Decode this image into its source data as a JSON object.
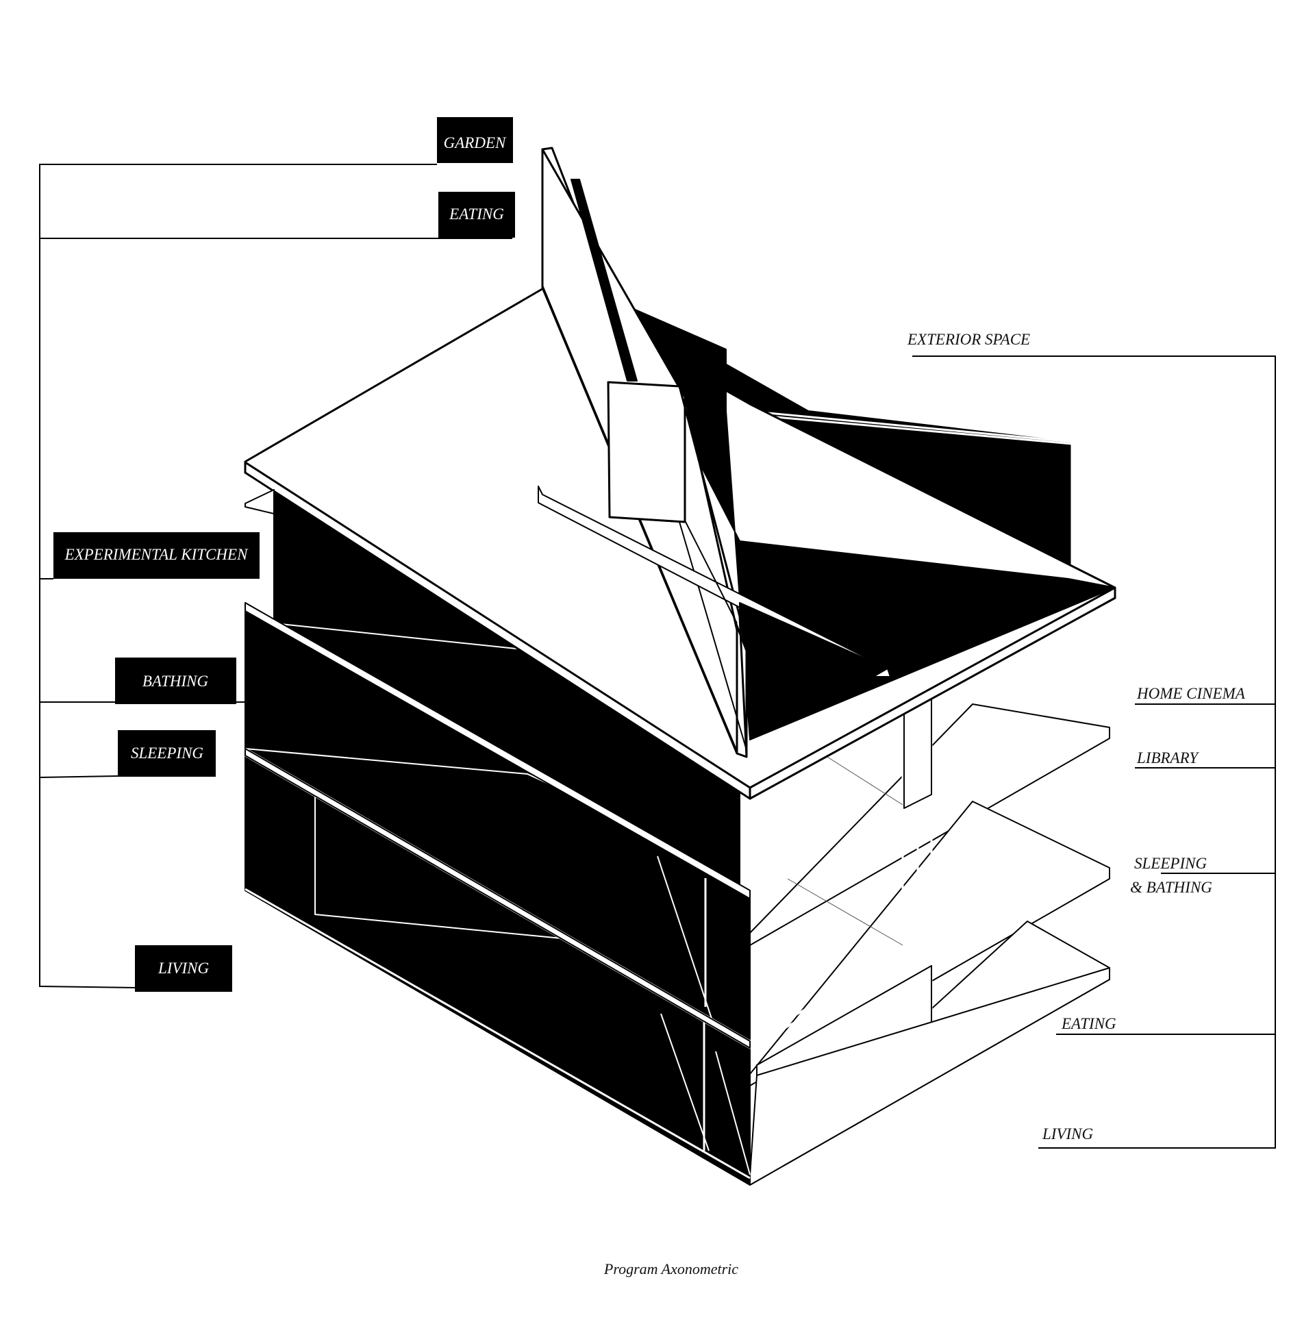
{
  "caption": "Program Axonometric",
  "colors": {
    "ink": "#000000",
    "paper": "#ffffff"
  },
  "left_labels": {
    "garden": "GARDEN",
    "eating": "EATING",
    "experimental_kitchen": "EXPERIMENTAL KITCHEN",
    "bathing": "BATHING",
    "sleeping": "SLEEPING",
    "living": "LIVING"
  },
  "right_labels": {
    "exterior_space": "EXTERIOR SPACE",
    "home_cinema": "HOME CINEMA",
    "library": "LIBRARY",
    "sleeping_bathing_1": "SLEEPING",
    "sleeping_bathing_2": "& BATHING",
    "eating": "EATING",
    "living": "LIVING"
  }
}
